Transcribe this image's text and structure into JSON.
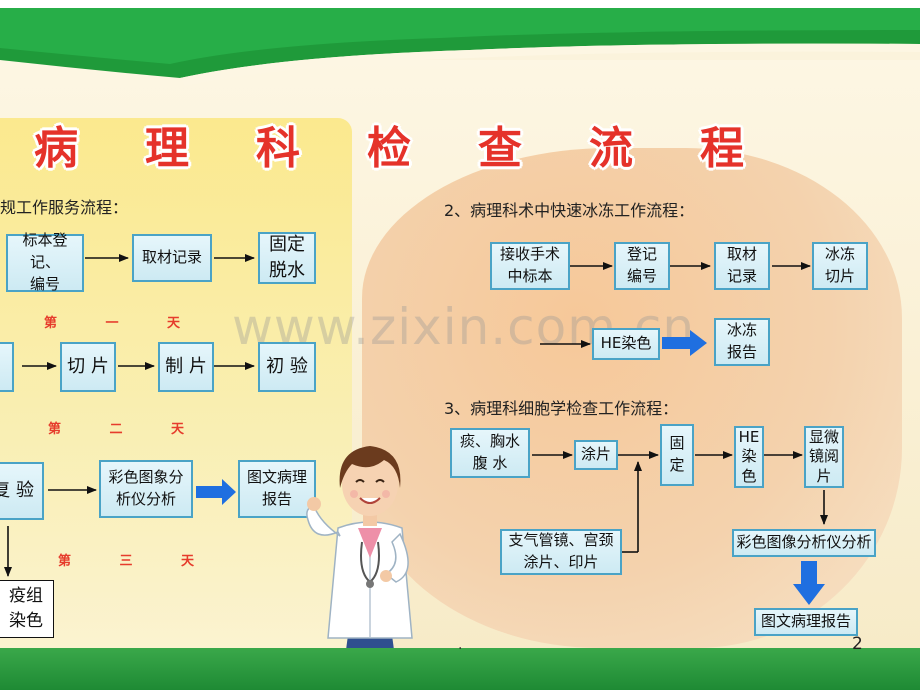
{
  "title_chars": [
    "病",
    "理",
    "科",
    "检",
    "查",
    "流",
    "程"
  ],
  "section1": {
    "heading": "规工作服务流程：",
    "row1": [
      "标本登记、\n编号",
      "取材记录",
      "固定\n脱水"
    ],
    "day1": "第 一 天",
    "row2": [
      "切 片",
      "制 片",
      "初 验"
    ],
    "day2": "第 二 天",
    "row3": [
      "复 验",
      "彩色图象分\n析仪分析",
      "图文病理\n报告"
    ],
    "day3": "第 三 天",
    "side_box": "疫组\n染色"
  },
  "section2": {
    "heading": "2、病理科术中快速冰冻工作流程：",
    "row1": [
      "接收手术\n中标本",
      "登记\n编号",
      "取材\n记录",
      "冰冻\n切片"
    ],
    "row2": [
      "HE染色",
      "冰冻\n报告"
    ]
  },
  "section3": {
    "heading": "3、病理科细胞学检查工作流程：",
    "main": [
      "痰、胸水\n腹 水",
      "涂片",
      "固\n定",
      "HE\n染\n色",
      "显微\n镜阅\n片"
    ],
    "side": "支气管镜、宫颈\n涂片、印片",
    "analysis": "彩色图像分析仪分析",
    "report": "图文病理报告"
  },
  "watermark": "www.zixin.com.cn",
  "page_number": "2",
  "footer_dot": ".",
  "colors": {
    "green": "#1e8a34",
    "title_red": "#e5322a",
    "box_border": "#4aa3c6",
    "blue_arrow": "#1f6fe0"
  }
}
